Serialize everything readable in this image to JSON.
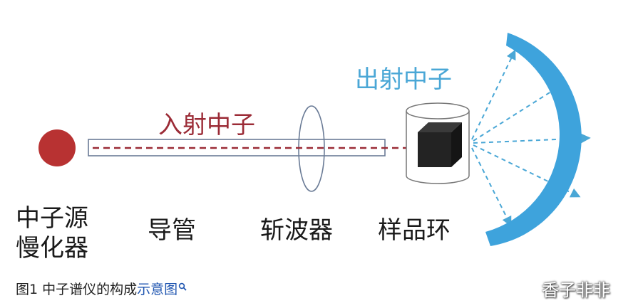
{
  "diagram": {
    "incoming_label": "入射中子",
    "outgoing_label": "出射中子",
    "source_label_line1": "中子源",
    "source_label_line2": "慢化器",
    "guide_label": "导管",
    "chopper_label": "斩波器",
    "sample_label": "样品环",
    "colors": {
      "source": "#b83232",
      "incoming_beam": "#9b2b36",
      "detector": "#3ea3dc",
      "scatter": "#4aa7d6",
      "sample": "#1f1f1f"
    }
  },
  "caption": {
    "prefix": "图1 中子谱仪的构成",
    "link": "示意图",
    "icon": "search-icon"
  },
  "watermark": "香子非非"
}
